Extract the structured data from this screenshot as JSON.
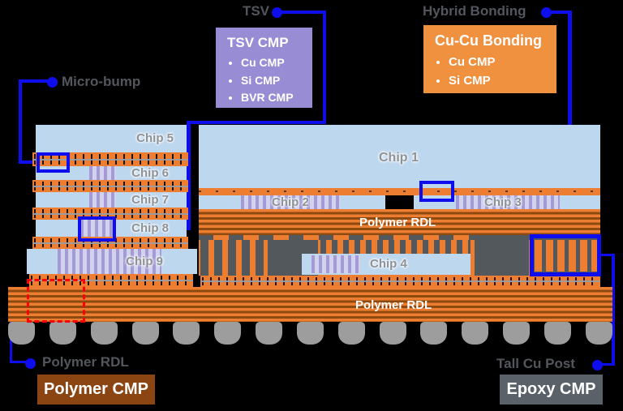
{
  "colors": {
    "background": "#000000",
    "chip_blue": "#bdd7ee",
    "band_orange": "#ed7d31",
    "rdl_stripe": "#8c4a10",
    "stripe_purple": "#a49ad6",
    "stripe_gap": "#d0d2ee",
    "dark_gray": "#53585c",
    "callout_blue": "#0d0dee",
    "highlight_red": "#ff0000",
    "label_gray": "#53575d",
    "chip_label": "#8d9297",
    "ball_gray": "#9d9d9d",
    "purple_box": "#988cd4",
    "orange_box": "#f0913f",
    "brown_box": "#8a4512",
    "gray_box": "#5a6168"
  },
  "callouts": {
    "tsv": {
      "label": "TSV"
    },
    "hybrid_bonding": {
      "label": "Hybrid Bonding"
    },
    "micro_bump": {
      "label": "Micro-bump"
    },
    "polymer_rdl": {
      "label": "Polymer RDL"
    },
    "tall_cu_post": {
      "label": "Tall Cu Post"
    }
  },
  "info_boxes": {
    "tsv_cmp": {
      "title": "TSV CMP",
      "items": [
        "Cu CMP",
        "Si CMP",
        "BVR CMP"
      ]
    },
    "cu_cu_bonding": {
      "title": "Cu-Cu Bonding",
      "items": [
        "Cu CMP",
        "Si CMP"
      ]
    },
    "polymer_cmp": {
      "label": "Polymer CMP"
    },
    "epoxy_cmp": {
      "label": "Epoxy CMP"
    }
  },
  "chips": {
    "chip1": "Chip 1",
    "chip2": "Chip 2",
    "chip3": "Chip 3",
    "chip4": "Chip 4",
    "chip5": "Chip 5",
    "chip6": "Chip 6",
    "chip7": "Chip 7",
    "chip8": "Chip 8",
    "chip9": "Chip 9"
  },
  "rdl_labels": {
    "upper": "Polymer RDL",
    "lower": "Polymer RDL"
  },
  "figure": {
    "solder_ball_count": 15
  }
}
